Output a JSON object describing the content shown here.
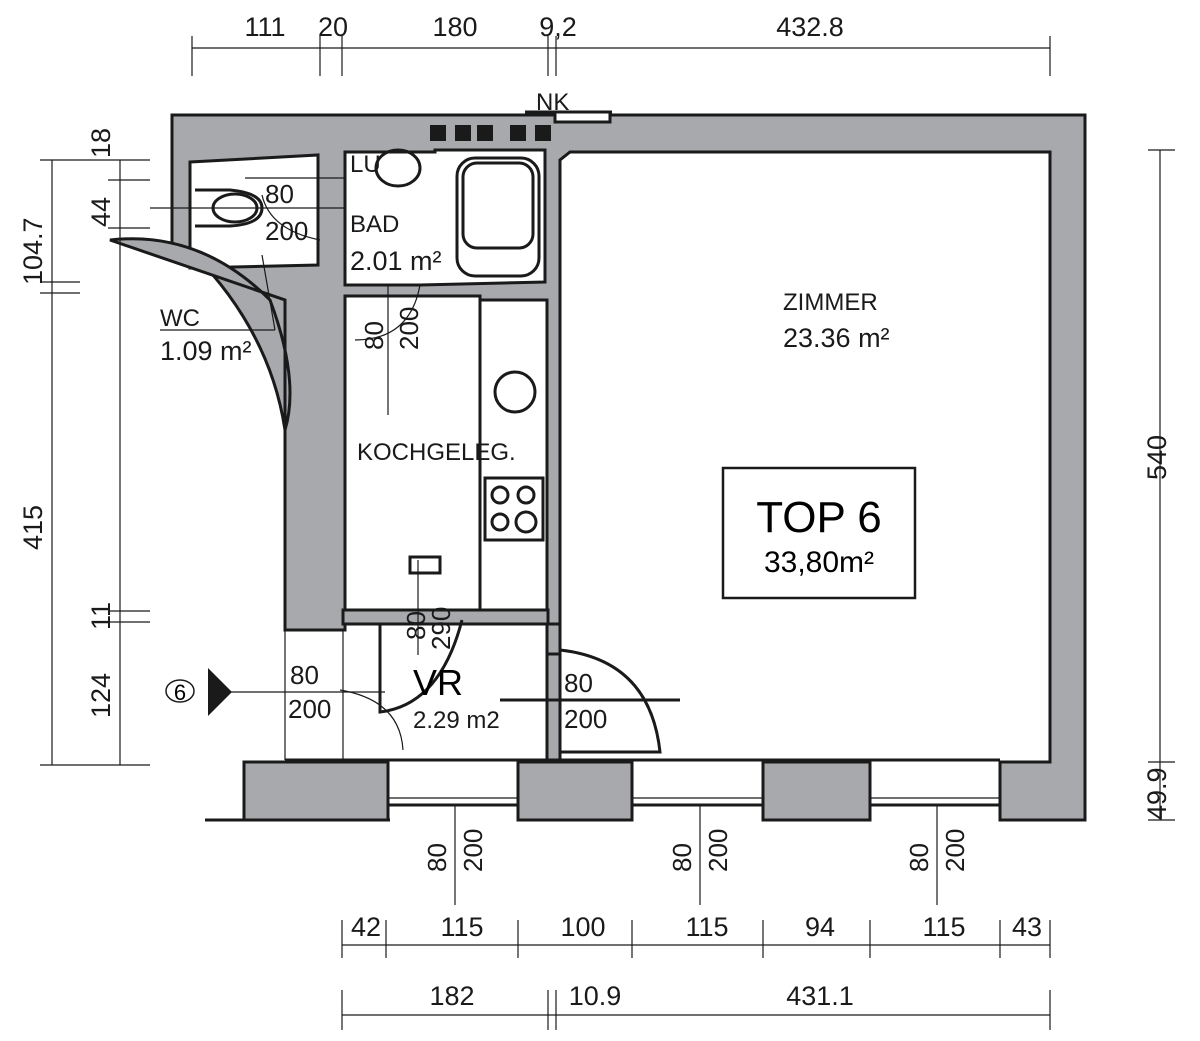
{
  "plan": {
    "top_label": "TOP 6",
    "top_area": "33,80m²",
    "entrance_number": "6",
    "shaft_label": "NK",
    "rooms": {
      "zimmer": {
        "name": "ZIMMER",
        "area": "23.36 m²"
      },
      "bad": {
        "name": "BAD",
        "area": "2.01 m²",
        "vent": "LU"
      },
      "wc": {
        "name": "WC",
        "area": "1.09 m²"
      },
      "kochgeleg": {
        "name": "KOCHGELEG."
      },
      "vr": {
        "name": "VR",
        "area": "2.29 m2"
      }
    },
    "doors": {
      "wc": {
        "w": "80",
        "h": "200"
      },
      "bad": {
        "w": "80",
        "h": "200"
      },
      "kitchen": {
        "w": "80",
        "h": "290"
      },
      "entrance": {
        "w": "80",
        "h": "200"
      },
      "zimmer": {
        "w": "80",
        "h": "200"
      },
      "window1": {
        "w": "80",
        "h": "200"
      },
      "window2": {
        "w": "80",
        "h": "200"
      },
      "window3": {
        "w": "80",
        "h": "200"
      }
    }
  },
  "dimensions": {
    "top": [
      "111",
      "20",
      "180",
      "9,2",
      "432.8"
    ],
    "left": [
      "18",
      "44",
      "104.7",
      "415",
      "11",
      "124"
    ],
    "right": [
      "540",
      "49.9"
    ],
    "bottom_row1": [
      "42",
      "115",
      "100",
      "115",
      "94",
      "115",
      "43"
    ],
    "bottom_row2": [
      "182",
      "10.9",
      "431.1"
    ]
  }
}
